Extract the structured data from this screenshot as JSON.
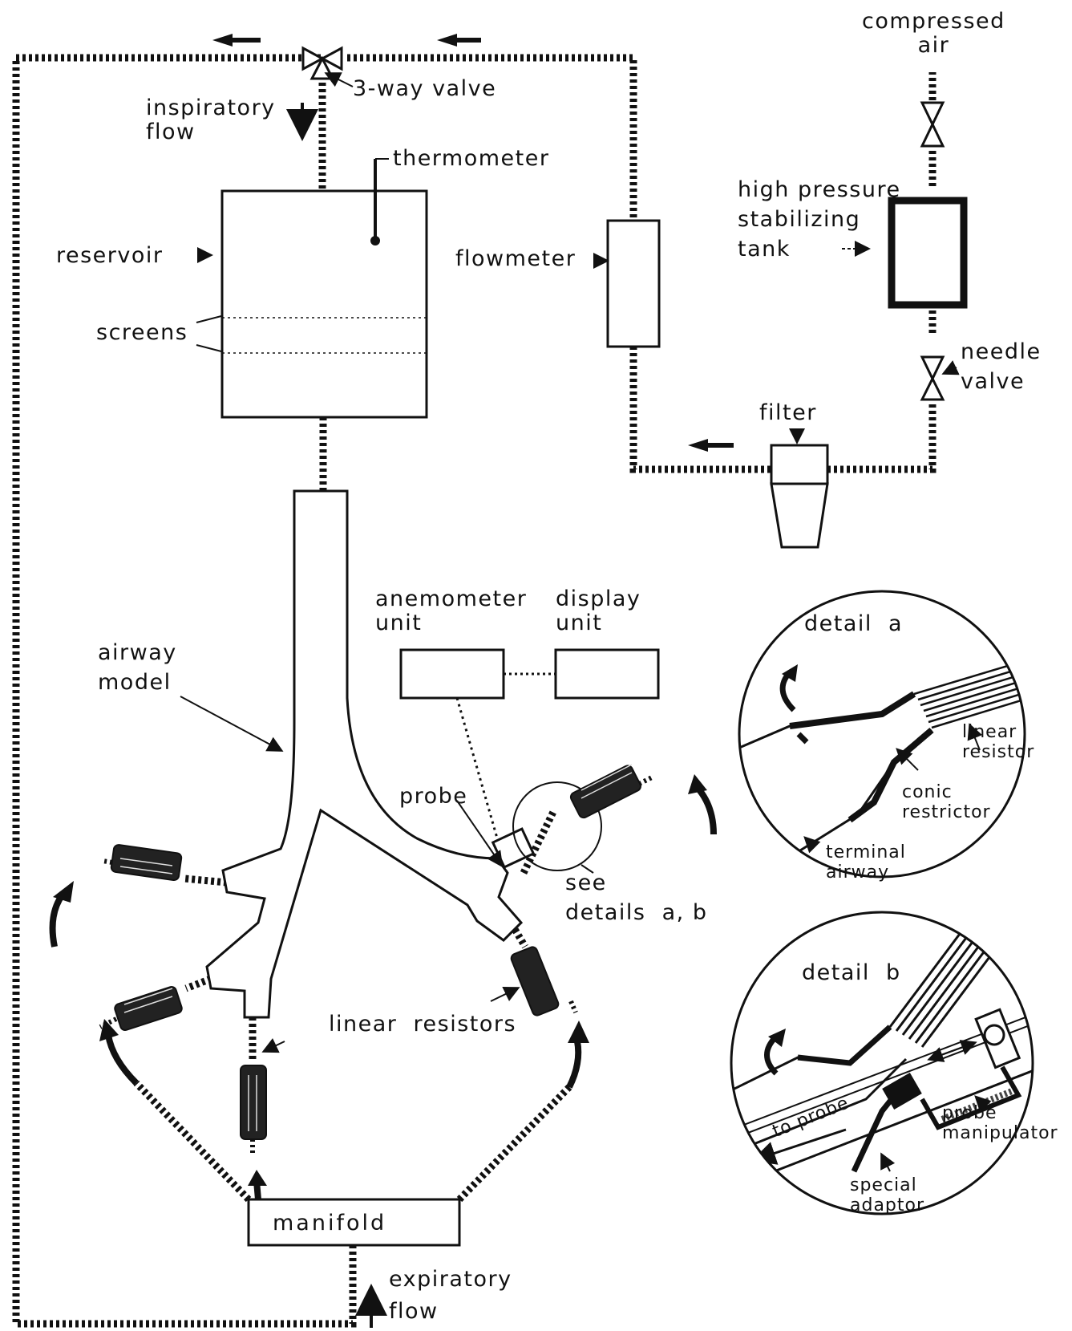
{
  "labels": {
    "compressed_air": "compressed\nair",
    "three_way_valve": "3-way valve",
    "inspiratory_flow": "inspiratory\nflow",
    "thermometer": "thermometer",
    "reservoir": "reservoir",
    "screens": "screens",
    "flowmeter": "flowmeter",
    "high_pressure_tank": "high pressure\nstabilizing\ntank",
    "needle_valve": "needle\nvalve",
    "filter": "filter",
    "anemometer_unit": "anemometer\nunit",
    "display_unit": "display\nunit",
    "airway_model": "airway\nmodel",
    "probe": "probe",
    "see_details": "see\ndetails  a, b",
    "linear_resistors": "linear  resistors",
    "manifold": "manifold",
    "expiratory_flow": "expiratory\nflow"
  },
  "detail_a": {
    "title": "detail  a",
    "linear_resistor": "linear\nresistor",
    "conic_restrictor": "conic\nrestrictor",
    "terminal_airway": "terminal\nairway"
  },
  "detail_b": {
    "title": "detail  b",
    "to_probe": "to probe",
    "probe_manipulator": "probe\nmanipulator",
    "special_adaptor": "special\nadaptor"
  }
}
